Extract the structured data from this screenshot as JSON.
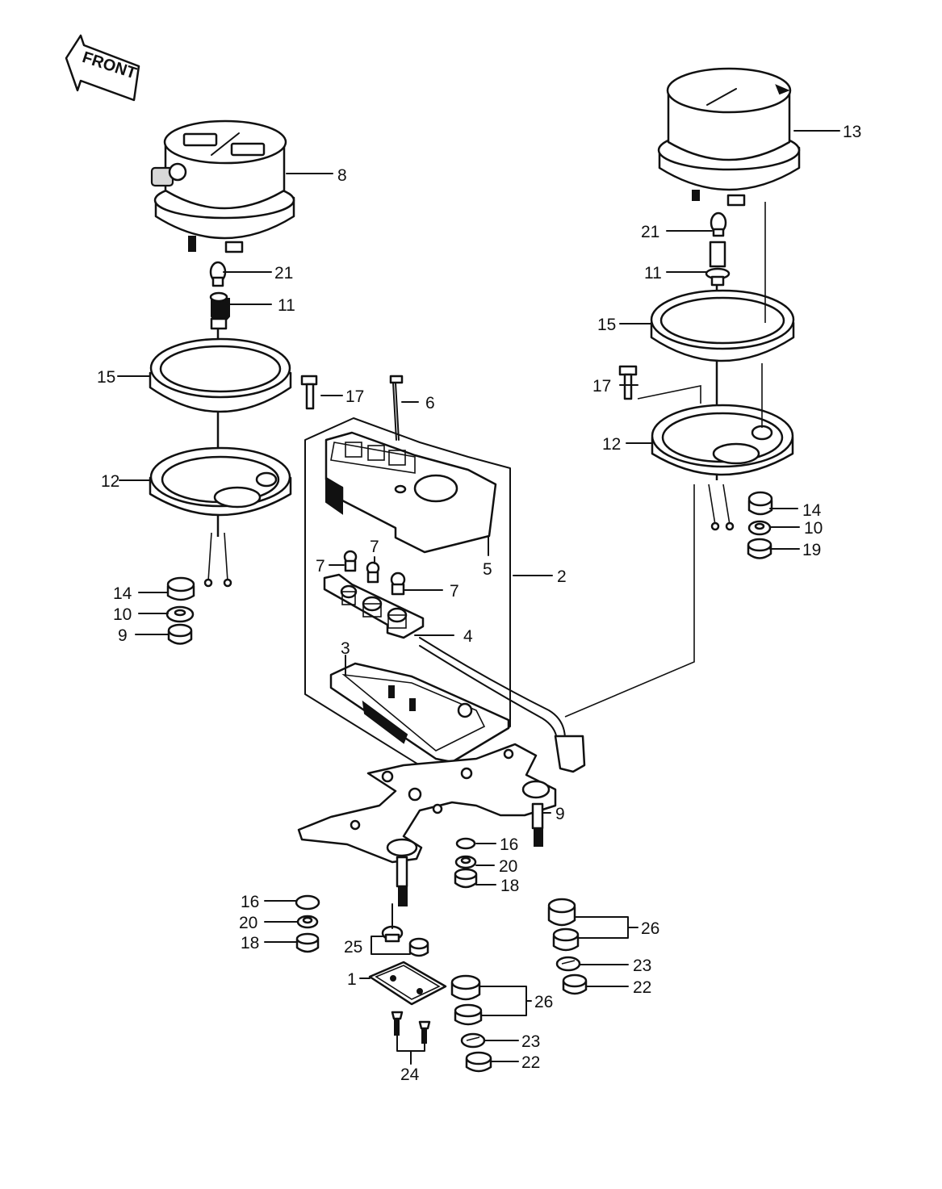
{
  "front_label": "FRONT",
  "labels": {
    "p1": "1",
    "p2": "2",
    "p3": "3",
    "p4": "4",
    "p5": "5",
    "p6": "6",
    "p7a": "7",
    "p7b": "7",
    "p7c": "7",
    "p8": "8",
    "p9l": "9",
    "p9r": "9",
    "p10l": "10",
    "p10r": "10",
    "p11l": "11",
    "p11r": "11",
    "p12l": "12",
    "p12r": "12",
    "p13": "13",
    "p14l": "14",
    "p14r": "14",
    "p15l": "15",
    "p15r": "15",
    "p16a": "16",
    "p16b": "16",
    "p17l": "17",
    "p17r": "17",
    "p18a": "18",
    "p18b": "18",
    "p19": "19",
    "p20a": "20",
    "p20b": "20",
    "p21l": "21",
    "p21r": "21",
    "p22a": "22",
    "p22b": "22",
    "p23a": "23",
    "p23b": "23",
    "p24": "24",
    "p25": "25",
    "p26a": "26",
    "p26b": "26"
  }
}
